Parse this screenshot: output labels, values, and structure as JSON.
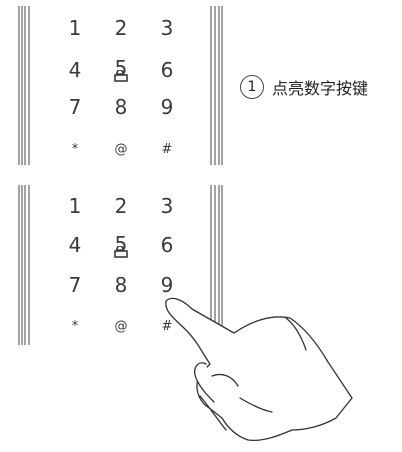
{
  "panels": [
    {
      "keys": [
        "1",
        "2",
        "3",
        "4",
        "5",
        "6",
        "7",
        "8",
        "9",
        "*",
        "@",
        "#"
      ]
    },
    {
      "keys": [
        "1",
        "2",
        "3",
        "4",
        "5",
        "6",
        "7",
        "8",
        "9",
        "*",
        "@",
        "#"
      ]
    }
  ],
  "annotation": {
    "number": "1",
    "text": "点亮数字按键"
  },
  "icons": {
    "lock": "lock-open-icon",
    "hand": "pointing-hand-icon"
  }
}
